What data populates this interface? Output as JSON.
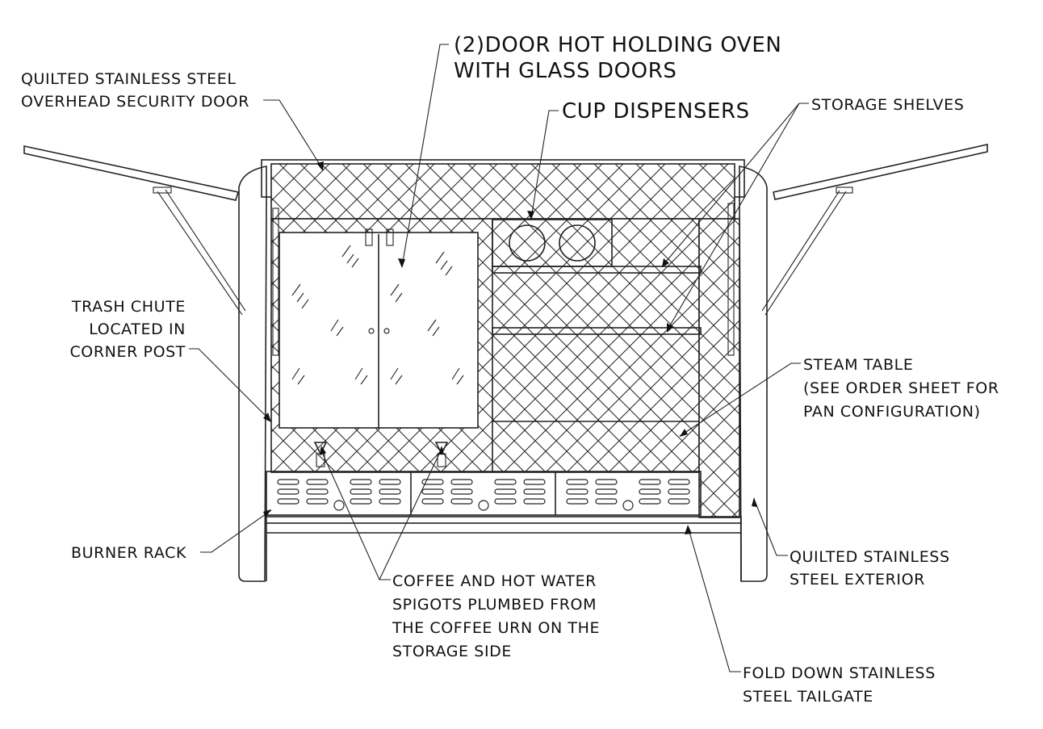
{
  "labels": {
    "overhead_door": [
      "QUILTED STAINLESS STEEL",
      "OVERHEAD SECURITY DOOR"
    ],
    "oven": [
      "(2)DOOR HOT HOLDING OVEN",
      "WITH GLASS DOORS"
    ],
    "cup_dispensers": [
      "CUP DISPENSERS"
    ],
    "storage_shelves": [
      "STORAGE SHELVES"
    ],
    "trash_chute": [
      "TRASH CHUTE",
      "LOCATED IN",
      "CORNER POST"
    ],
    "steam_table": [
      "STEAM TABLE",
      "(SEE ORDER SHEET FOR",
      "PAN CONFIGURATION)"
    ],
    "burner_rack": [
      "BURNER RACK"
    ],
    "quilted_exterior": [
      "QUILTED STAINLESS",
      "STEEL EXTERIOR"
    ],
    "spigots": [
      "COFFEE AND HOT WATER",
      "SPIGOTS PLUMBED FROM",
      "THE COFFEE URN ON THE",
      "STORAGE SIDE"
    ],
    "tailgate": [
      "FOLD DOWN STAINLESS",
      "STEEL TAILGATE"
    ]
  },
  "colors": {
    "line": "#222222",
    "background": "#ffffff"
  }
}
